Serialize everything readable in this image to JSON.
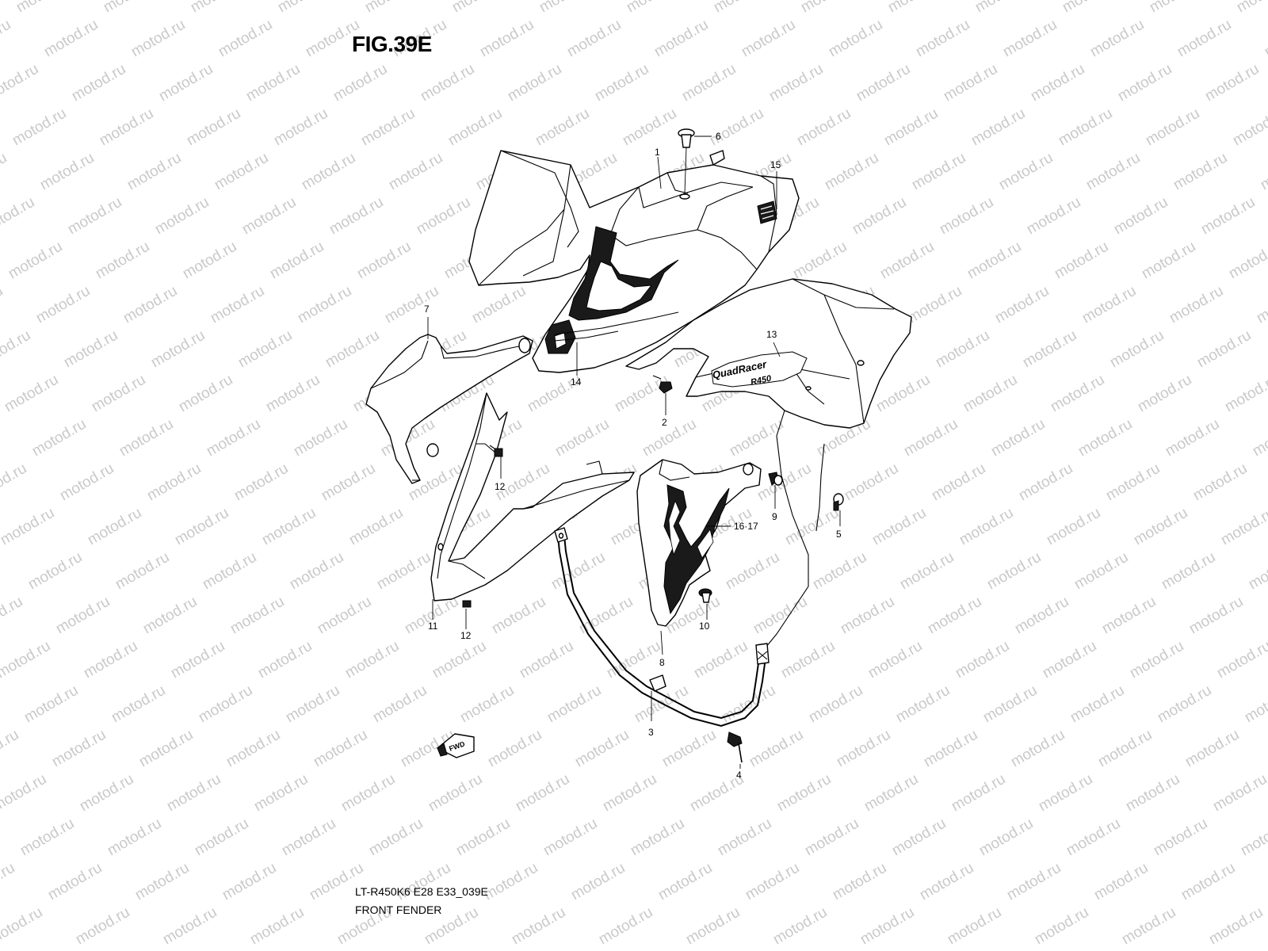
{
  "figure": {
    "title": "FIG.39E",
    "code": "LT-R450K6 E28 E33_039E",
    "name": "FRONT FENDER",
    "watermark": "motod.ru",
    "fwd_label": "FWD",
    "decal_text_1": "QuadRacer",
    "decal_text_2": "R450"
  },
  "callouts": [
    {
      "id": "c1",
      "label": "1"
    },
    {
      "id": "c2",
      "label": "2"
    },
    {
      "id": "c3",
      "label": "3"
    },
    {
      "id": "c4",
      "label": "4"
    },
    {
      "id": "c5",
      "label": "5"
    },
    {
      "id": "c6",
      "label": "6"
    },
    {
      "id": "c7",
      "label": "7"
    },
    {
      "id": "c8",
      "label": "8"
    },
    {
      "id": "c9",
      "label": "9"
    },
    {
      "id": "c10",
      "label": "10"
    },
    {
      "id": "c11",
      "label": "11"
    },
    {
      "id": "c12a",
      "label": "12"
    },
    {
      "id": "c12b",
      "label": "12"
    },
    {
      "id": "c13",
      "label": "13"
    },
    {
      "id": "c14",
      "label": "14"
    },
    {
      "id": "c15",
      "label": "15"
    },
    {
      "id": "c1617",
      "label": "16·17"
    }
  ]
}
